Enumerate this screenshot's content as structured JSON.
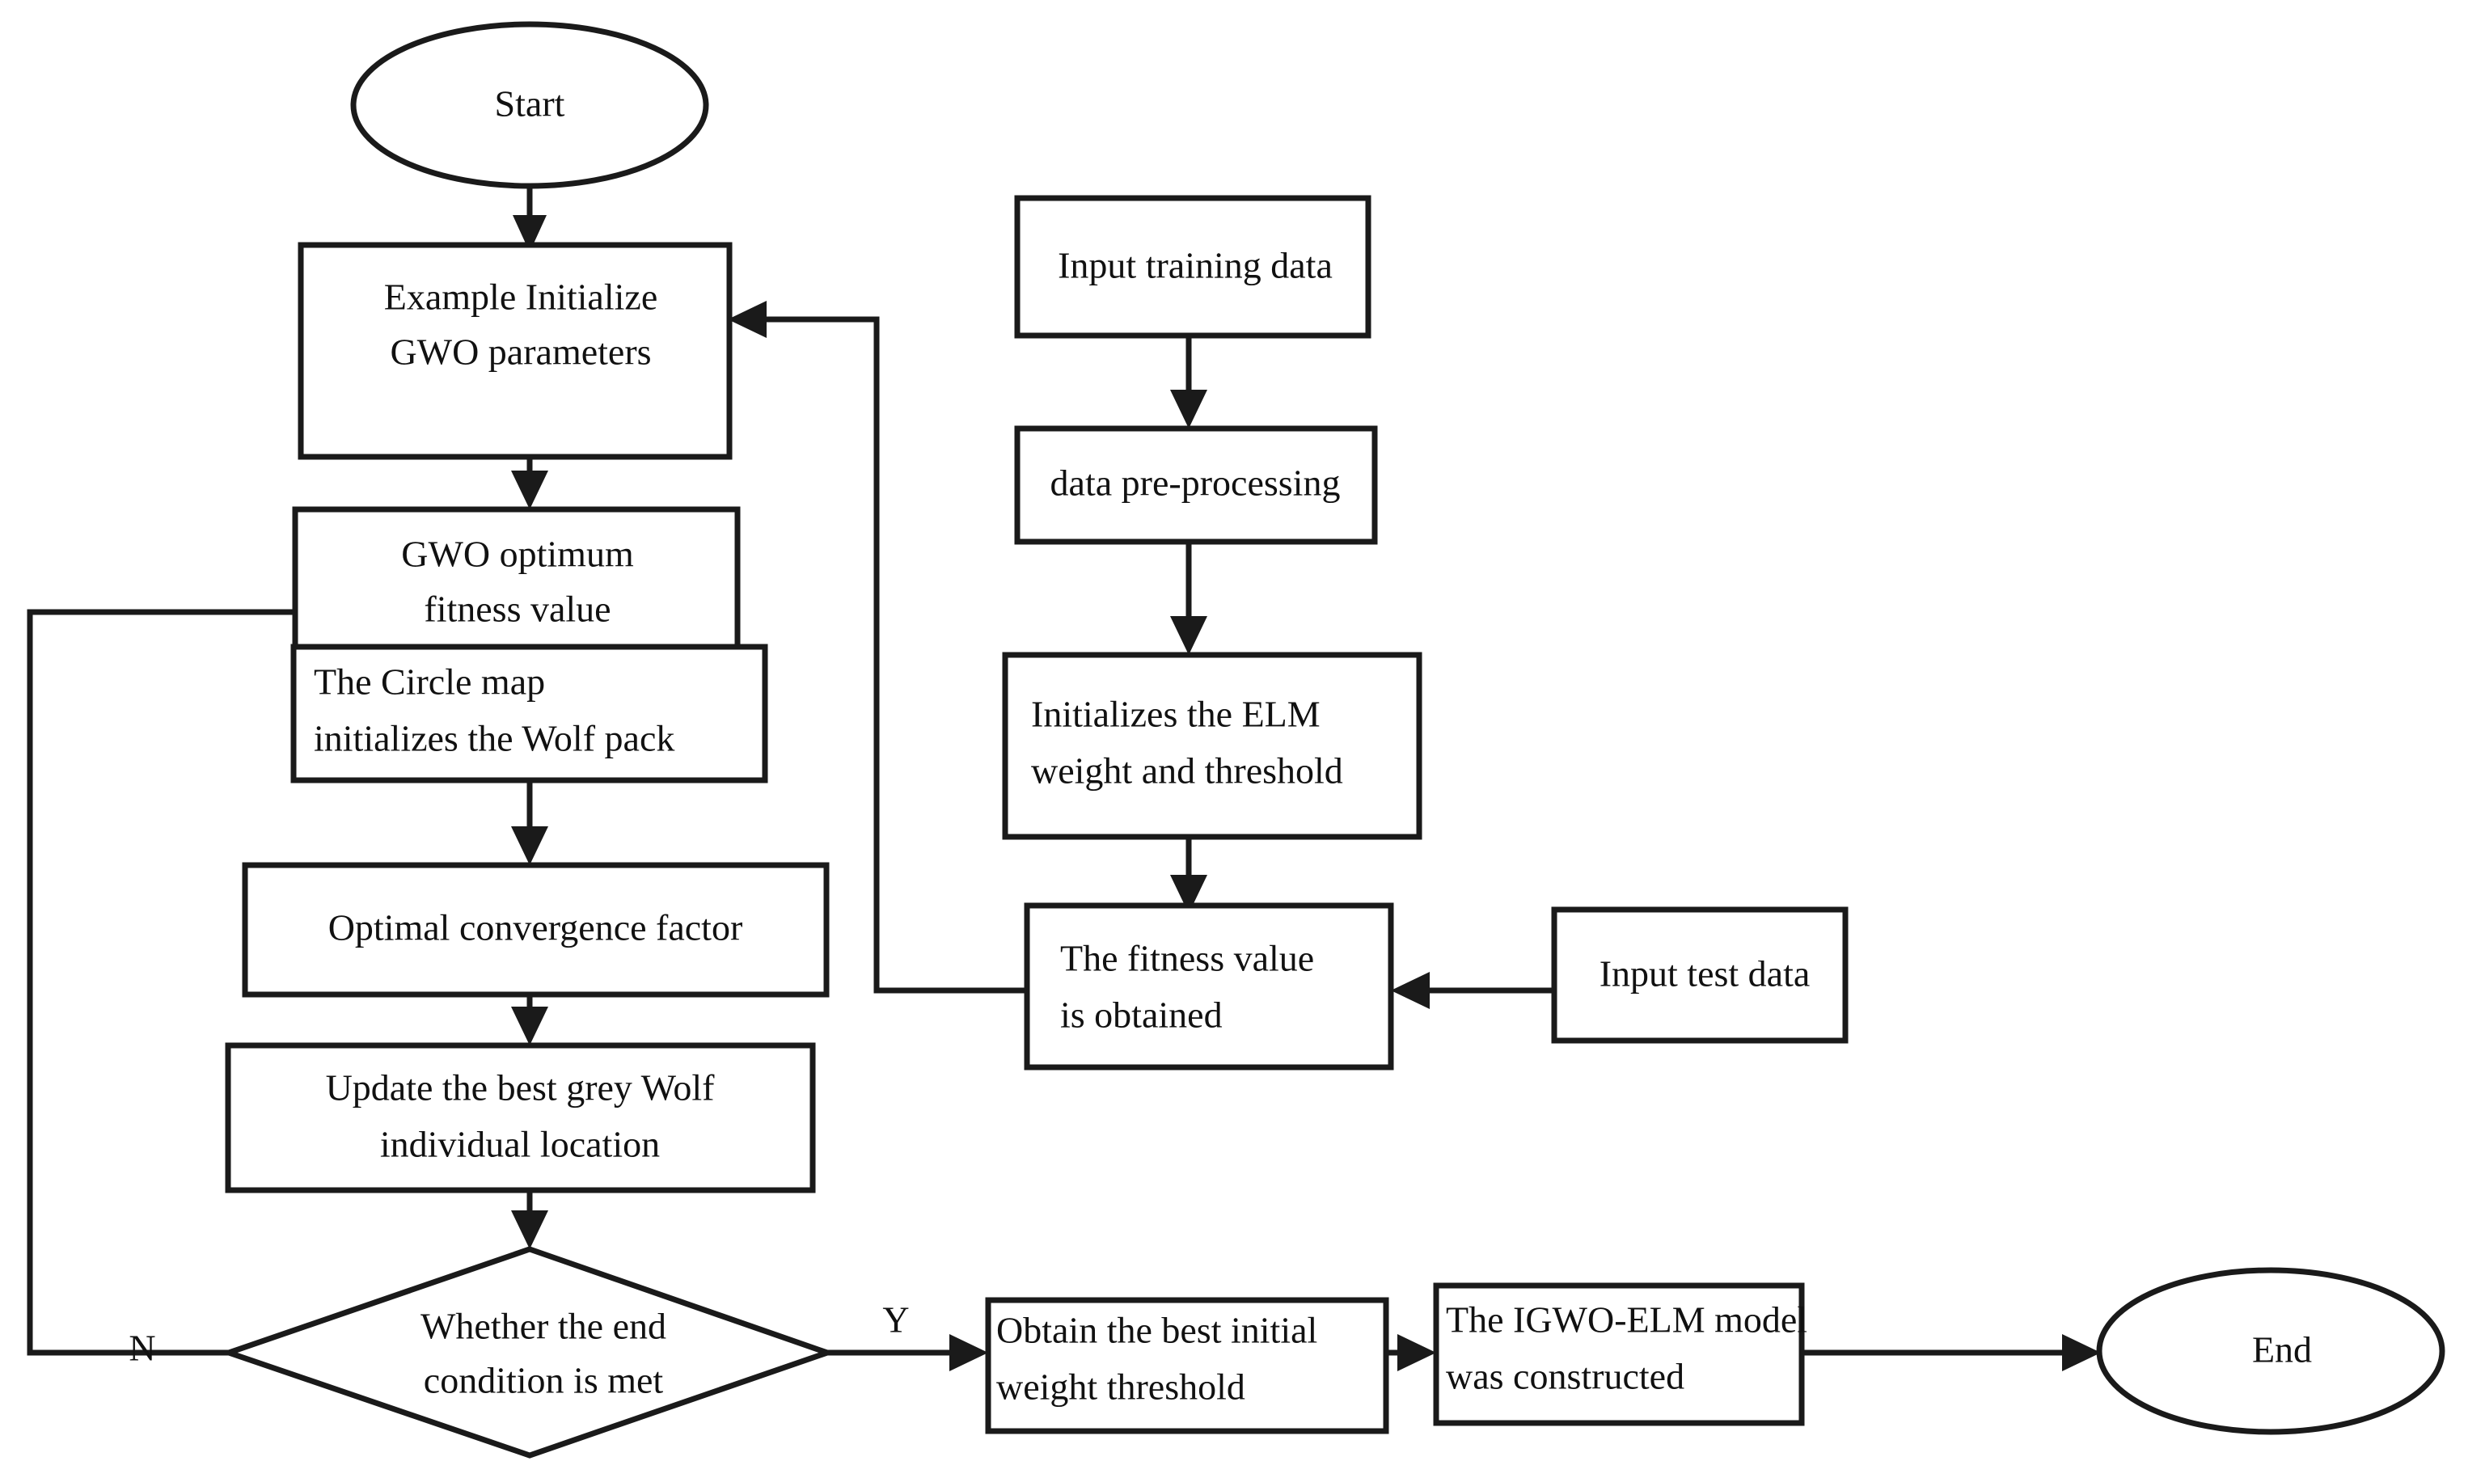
{
  "diagram": {
    "kind": "flowchart",
    "title_text": "",
    "background_color": "#ffffff",
    "stroke_color": "#1a1a1a",
    "text_color": "#111111",
    "nodes": {
      "start": {
        "label": "Start",
        "shape": "ellipse"
      },
      "init_gwo_line1": {
        "label": "Example Initialize"
      },
      "init_gwo_line2": {
        "label": "GWO parameters"
      },
      "gwo_fitness_line1": {
        "label": "GWO optimum"
      },
      "gwo_fitness_line2": {
        "label": "fitness value"
      },
      "circle_map_line1": {
        "label": "The Circle map"
      },
      "circle_map_line2": {
        "label": "initializes the Wolf pack"
      },
      "convergence": {
        "label": "Optimal convergence factor"
      },
      "update_wolf_line1": {
        "label": "Update the best grey Wolf"
      },
      "update_wolf_line2": {
        "label": "individual location"
      },
      "end_condition_line1": {
        "label": "Whether the end"
      },
      "end_condition_line2": {
        "label": "condition is met"
      },
      "input_training": {
        "label": "Input training data"
      },
      "preprocessing": {
        "label": "data pre-processing"
      },
      "init_elm_line1": {
        "label": "Initializes the ELM"
      },
      "init_elm_line2": {
        "label": "weight and threshold"
      },
      "fitness_obtained_line1": {
        "label": "The fitness value"
      },
      "fitness_obtained_line2": {
        "label": "is obtained"
      },
      "input_test": {
        "label": "Input test data"
      },
      "obtain_weight_line1": {
        "label": "Obtain the best initial"
      },
      "obtain_weight_line2": {
        "label": "weight threshold"
      },
      "igwo_elm_line1": {
        "label": "The IGWO-ELM model"
      },
      "igwo_elm_line2": {
        "label": "was constructed"
      },
      "end": {
        "label": "End",
        "shape": "ellipse"
      }
    },
    "edge_labels": {
      "no_branch": "N",
      "yes_branch": "Y"
    }
  }
}
